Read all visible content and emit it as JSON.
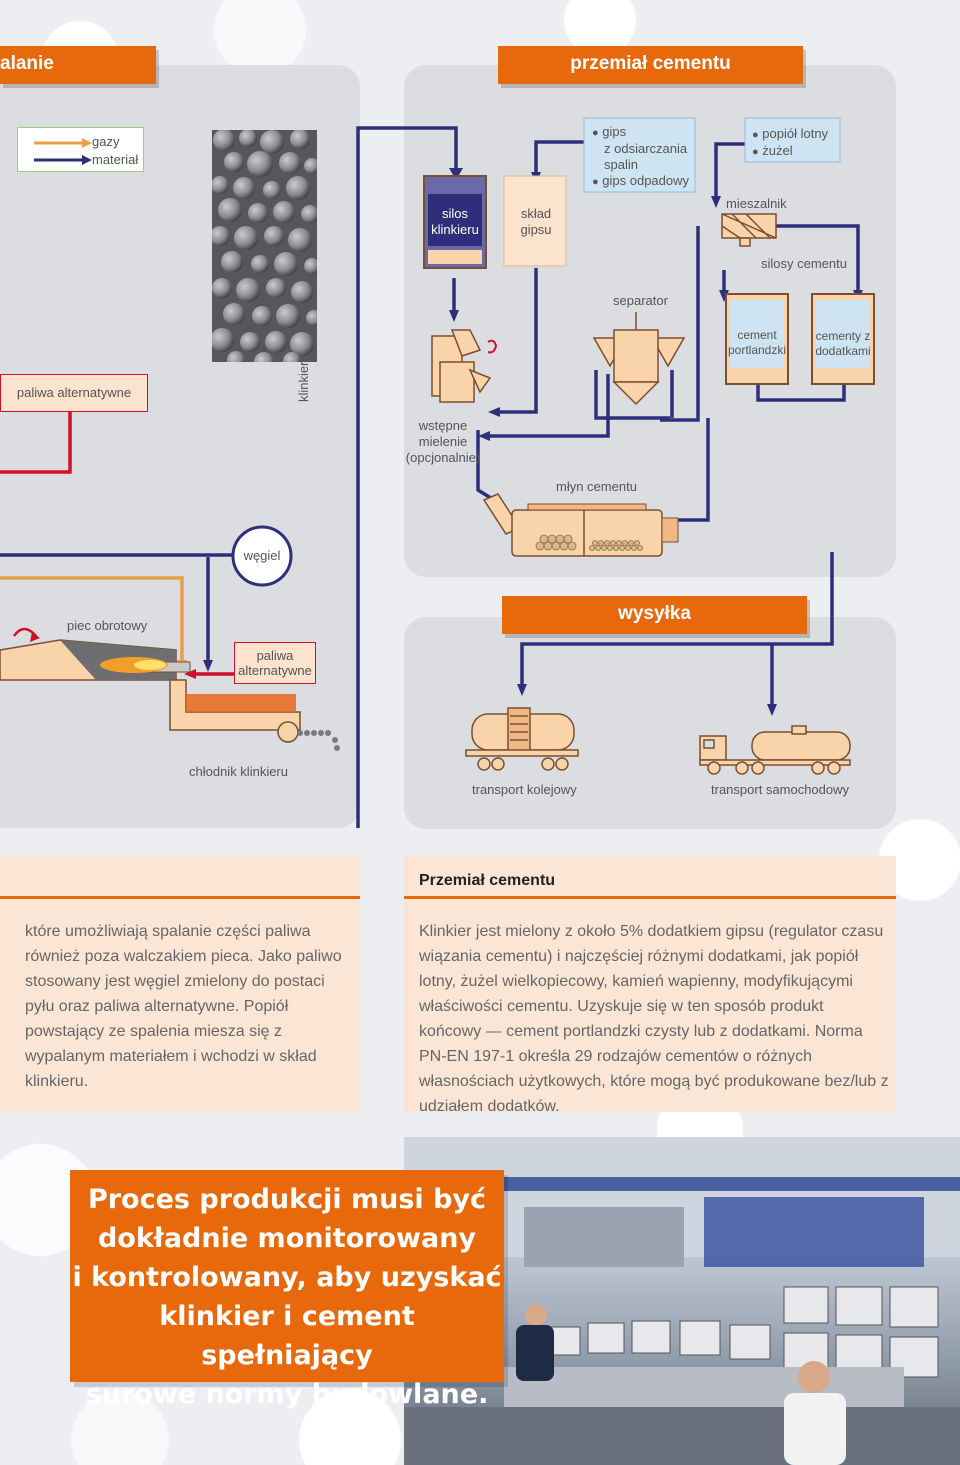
{
  "headers": {
    "left": "alanie",
    "cement_grinding": "przemiał cementu",
    "shipping": "wysyłka"
  },
  "legend": {
    "gases": "gazy",
    "material": "materiał"
  },
  "labels": {
    "clinker": "klinkier",
    "clinker_silo": "silos klinkieru",
    "gypsum_store": "skład gipsu",
    "gypsum_sources": [
      "gips",
      "z odsiarczania",
      "spalin",
      "gips odpadowy"
    ],
    "additives": [
      "popiół lotny",
      "żużel"
    ],
    "mixer": "mieszalnik",
    "cement_silos": "silosy cementu",
    "separator": "separator",
    "portland_cement": "cement portlandzki",
    "blended_cements": "cementy z dodatkami",
    "alt_fuels_top": "paliwa alternatywne",
    "pre_grinding": "wstępne mielenie (opcjonalnie)",
    "cement_mill": "młyn cementu",
    "coal": "węgiel",
    "rotary_kiln": "piec obrotowy",
    "alt_fuels_kiln": "paliwa alternatywne",
    "clinker_cooler": "chłodnik klinkieru",
    "rail_transport": "transport kolejowy",
    "road_transport": "transport samochodowy"
  },
  "colors": {
    "orange": "#e8680c",
    "navy": "#2e2f7a",
    "red": "#d0102a",
    "gas_line": "#e8a047",
    "panel": "#dcdde0",
    "machine": "#f9d3aa"
  },
  "text_left": {
    "paragraph": "które umożliwiają spalanie części paliwa również poza walczakiem pieca. Jako paliwo stosowany jest węgiel zmielony do postaci pyłu oraz paliwa alternatywne. Popiół powstający ze spalenia miesza się z wypalanym materiałem i wchodzi w skład klinkieru."
  },
  "text_right": {
    "title": "Przemiał cementu",
    "paragraph": "Klinkier jest mielony z około 5% dodatkiem gipsu (regulator czasu wiązania cementu) i najczęściej różnymi dodatkami, jak popiół lotny, żużel wielkopiecowy, kamień wapienny, modyfikującymi właściwości cementu. Uzyskuje się w ten sposób produkt końcowy — cement portlandzki czysty lub z dodatkami. Norma PN-EN 197-1 określa 29 rodzajów cementów o różnych własnościach użytkowych, które mogą być produkowane bez/lub z udziałem dodatków."
  },
  "callout": {
    "lines": [
      "Proces produkcji musi być",
      "dokładnie monitorowany",
      "i kontrolowany, aby uzyskać",
      "klinkier i cement spełniający",
      "surowe normy budowlane."
    ]
  },
  "icons": [
    "arrow-right-icon",
    "rotation-arrow-icon",
    "flame-icon",
    "tank-wagon-icon",
    "tanker-truck-icon"
  ]
}
